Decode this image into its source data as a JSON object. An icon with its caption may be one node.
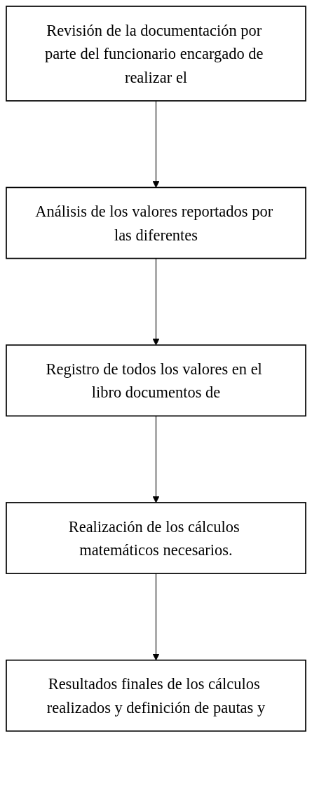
{
  "diagram": {
    "nodes": [
      {
        "text": [
          "Revisión de la documentación por parte del funcionario encargado de realizar el"
        ]
      },
      {
        "text": [
          "Análisis de los valores reportados por las diferentes"
        ]
      },
      {
        "text": [
          "Registro de todos los valores en el libro documentos de"
        ]
      },
      {
        "text": [
          "Realización de los cálculos matemáticos necesarios."
        ]
      },
      {
        "text": [
          "Resultados finales de los cálculos realizados y definición de pautas y"
        ]
      }
    ],
    "edges": [
      {
        "from": 0,
        "to": 1,
        "arrow": "to"
      },
      {
        "from": 1,
        "to": 2,
        "arrow": "to"
      },
      {
        "from": 2,
        "to": 3,
        "arrow": "to"
      },
      {
        "from": 3,
        "to": 4,
        "arrow": "to"
      }
    ]
  }
}
